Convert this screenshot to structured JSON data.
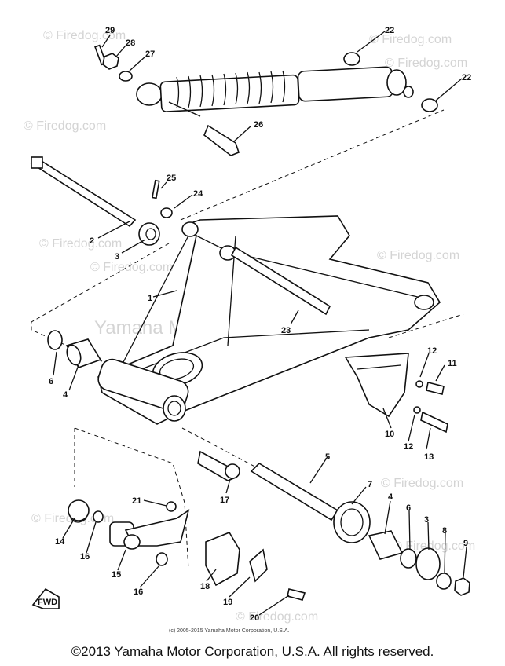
{
  "diagram": {
    "part_numbers": [
      "29",
      "28",
      "27",
      "22",
      "22",
      "26",
      "25",
      "24",
      "2",
      "3",
      "1",
      "23",
      "6",
      "4",
      "12",
      "11",
      "10",
      "12",
      "13",
      "5",
      "7",
      "4",
      "6",
      "3",
      "8",
      "9",
      "17",
      "21",
      "14",
      "16",
      "15",
      "16",
      "18",
      "19",
      "20"
    ],
    "watermarks": [
      "© Firedog.com",
      "© Firedog.com",
      "© Firedog.com",
      "© Firedog.com",
      "© Firedog.com",
      "© Firedog.com",
      "© Firedog.com",
      "© Firedog.com",
      "© Firedog.com",
      "© Firedog.com",
      "© Firedog.com"
    ],
    "center_watermark": "Yamaha Motor Corp., U.S.A.",
    "front_marker": "FWD",
    "small_copyright": "(c) 2005-2015 Yamaha Motor Corporation, U.S.A."
  },
  "footer": {
    "copyright": "©2013 Yamaha Motor Corporation, U.S.A. All rights reserved."
  }
}
